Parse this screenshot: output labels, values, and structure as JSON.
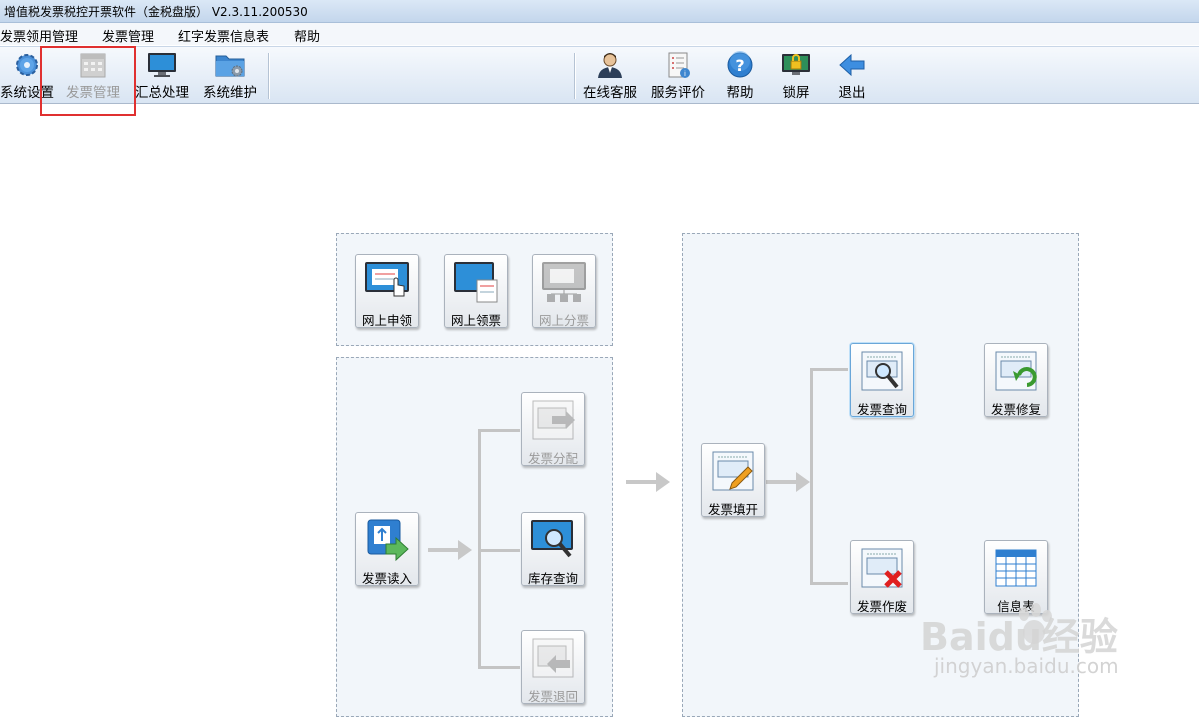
{
  "window": {
    "title": "增值税发票税控开票软件（金税盘版） V2.3.11.200530"
  },
  "menu": [
    "发票领用管理",
    "发票管理",
    "红字发票信息表",
    "帮助"
  ],
  "toolbar": {
    "left": [
      {
        "label": "系统设置",
        "icon": "gear-icon"
      },
      {
        "label": "发票管理",
        "icon": "invoice-cabinet-icon",
        "state": "disabled"
      },
      {
        "label": "汇总处理",
        "icon": "monitor-icon"
      },
      {
        "label": "系统维护",
        "icon": "folder-gear-icon"
      }
    ],
    "right": [
      {
        "label": "在线客服",
        "icon": "person-icon"
      },
      {
        "label": "服务评价",
        "icon": "evaluation-icon"
      },
      {
        "label": "帮助",
        "icon": "help-icon"
      },
      {
        "label": "锁屏",
        "icon": "lock-screen-icon"
      },
      {
        "label": "退出",
        "icon": "exit-arrow-icon"
      }
    ]
  },
  "functions": {
    "online_apply": {
      "label": "网上申领"
    },
    "online_receive": {
      "label": "网上领票"
    },
    "online_distribute": {
      "label": "网上分票",
      "state": "disabled"
    },
    "invoice_allocate": {
      "label": "发票分配",
      "state": "disabled"
    },
    "invoice_read": {
      "label": "发票读入"
    },
    "stock_query": {
      "label": "库存查询"
    },
    "invoice_return": {
      "label": "发票退回",
      "state": "disabled"
    },
    "invoice_fill": {
      "label": "发票填开"
    },
    "invoice_query": {
      "label": "发票查询",
      "state": "selected"
    },
    "invoice_repair": {
      "label": "发票修复"
    },
    "invoice_void": {
      "label": "发票作废"
    },
    "info_table": {
      "label": "信息表"
    }
  },
  "watermark": {
    "brand": "Baidu经验",
    "url": "jingyan.baidu.com"
  },
  "colors": {
    "highlight": "#e03030",
    "accent": "#2f7fd0",
    "panel_bg": "#f2f6fa"
  }
}
